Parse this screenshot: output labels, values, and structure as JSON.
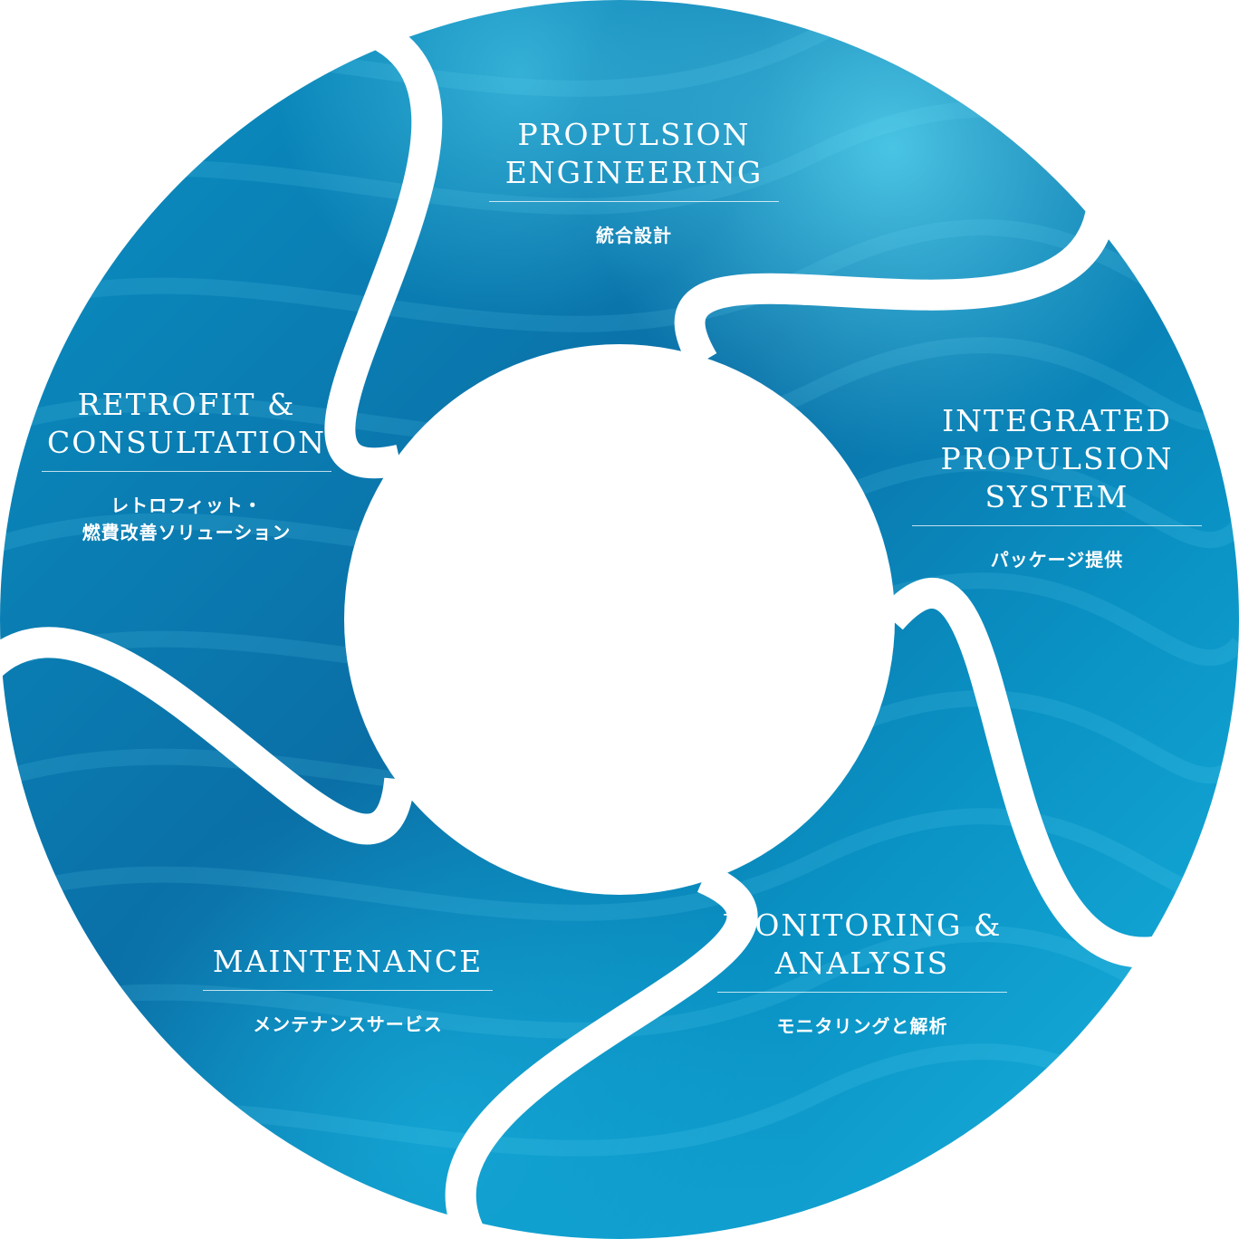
{
  "colors": {
    "segment_dark": "#0a6fa6",
    "segment_mid": "#0a92c4",
    "segment_light": "#19b4e0",
    "highlight": "#5fe0f7",
    "background": "#ffffff",
    "text": "#ffffff"
  },
  "segments": [
    {
      "id": "propulsion-engineering",
      "title": "PROPULSION\nENGINEERING",
      "subtitle": "統合設計"
    },
    {
      "id": "integrated-propulsion-system",
      "title": "INTEGRATED\nPROPULSION\nSYSTEM",
      "subtitle": "パッケージ提供"
    },
    {
      "id": "monitoring-analysis",
      "title": "MONITORING &\nANALYSIS",
      "subtitle": "モニタリングと解析"
    },
    {
      "id": "maintenance",
      "title": "MAINTENANCE",
      "subtitle": "メンテナンスサービス"
    },
    {
      "id": "retrofit-consultation",
      "title": "RETROFIT &\nCONSULTATION",
      "subtitle": "レトロフィット・\n燃費改善ソリューション"
    }
  ]
}
